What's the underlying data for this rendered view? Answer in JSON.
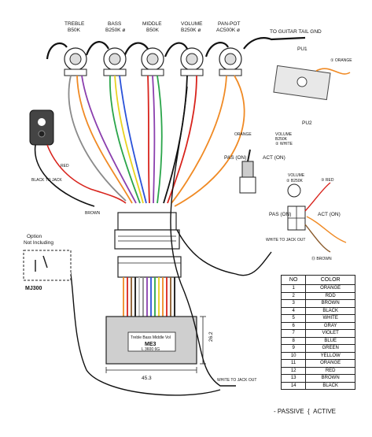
{
  "pots": [
    {
      "name": "TREBLE",
      "value": "B50K"
    },
    {
      "name": "BASS",
      "value": "B250K ø"
    },
    {
      "name": "MIDDLE",
      "value": "B50K"
    },
    {
      "name": "VOLUME",
      "value": "B250K ø"
    },
    {
      "name": "PAN-POT",
      "value": "AC500K ø"
    }
  ],
  "labels": {
    "tail_gnd": "TO GUITAR TAIL GND",
    "pu1": "PU1",
    "pu2": "PU2",
    "pu1_orange": "① ORANGE",
    "volume_right_name": "VOLUME",
    "volume_right_value": "B250K",
    "volume_right_white": "② WHITE",
    "orange": "ORANGE",
    "red": "RED",
    "black_to_jack": "BLACK TO JACK",
    "brown": "BROWN",
    "pas_on_top": "PAS (ON)",
    "act_on_top": "ACT (ON)",
    "volume_mid": "VOLUME",
    "volume_mid_value": "② B250K",
    "red_circ": "③ RED",
    "pas_on_mid": "PAS (ON)",
    "act_on_mid": "ACT (ON)",
    "white_to_jack_out_1": "WHITE TO JACK OUT",
    "brown_circ": "⑬ BROWN",
    "option": "Option",
    "not_including": "Not Including",
    "mj300": "MJ300",
    "module_line1": "Treble Bass Middle Vol",
    "module_line2": "ME3",
    "module_line3": "L 3600 6G",
    "dim_height": "26.2",
    "dim_width": "45.3",
    "white_to_jack_out_2": "WHITE TO JACK OUT"
  },
  "color_table": {
    "headers": [
      "NO",
      "COLOR"
    ],
    "rows": [
      [
        "1",
        "ORANGE"
      ],
      [
        "2",
        "RDD"
      ],
      [
        "3",
        "BROWN"
      ],
      [
        "4",
        "BLACK"
      ],
      [
        "5",
        "WHITE"
      ],
      [
        "6",
        "GRAY"
      ],
      [
        "7",
        "VIOLET"
      ],
      [
        "8",
        "BLUE"
      ],
      [
        "9",
        "GREEN"
      ],
      [
        "10",
        "YELLOW"
      ],
      [
        "11",
        "ORANGE"
      ],
      [
        "12",
        "RED"
      ],
      [
        "13",
        "BROWN"
      ],
      [
        "14",
        "BLACK"
      ]
    ]
  },
  "legend": {
    "passive": "- PASSIVE",
    "active": "ACTIVE"
  },
  "colors": {
    "orange": "#f08a24",
    "red": "#d8231c",
    "brown": "#8a5a2b",
    "black": "#111111",
    "white": "#bbbbbb",
    "gray": "#8a8a8a",
    "violet": "#8b3fae",
    "blue": "#2a52d9",
    "green": "#2aa54a",
    "yellow": "#e8d21f"
  }
}
